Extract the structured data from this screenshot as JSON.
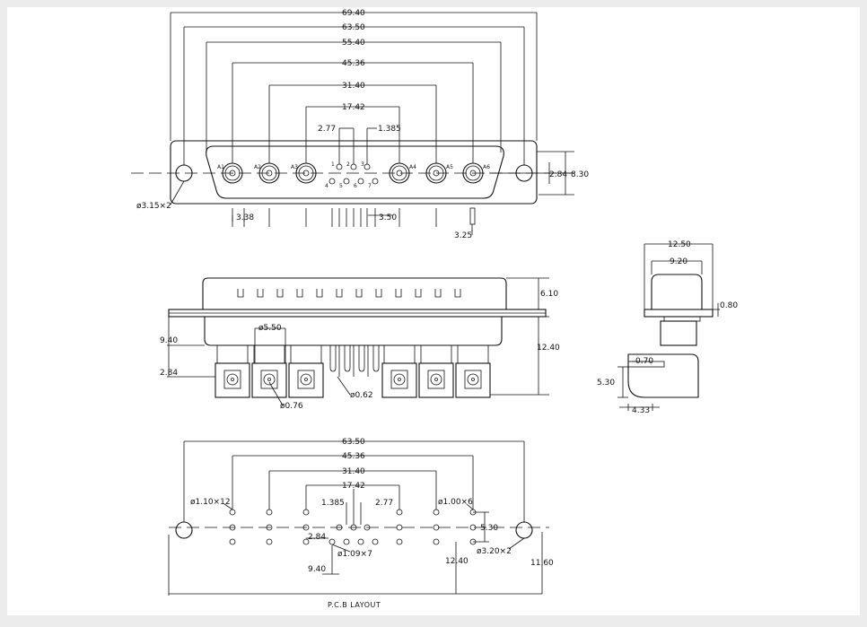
{
  "front_view": {
    "dims": {
      "w6940": "69.40",
      "w6350": "63.50",
      "w5540": "55.40",
      "w4536": "45.36",
      "w3140": "31.40",
      "w1742": "17.42",
      "w277": "2.77",
      "w1385": "1.385",
      "h284": "2.84",
      "h830": "8.30",
      "hole": "ø3.15×2",
      "d338": "3.38",
      "d350": "3.50",
      "d325": "3.25"
    },
    "coax_labels": [
      "A1",
      "A2",
      "A3",
      "A4",
      "A5",
      "A6"
    ],
    "signal_labels": [
      "1",
      "2",
      "3",
      "4",
      "5",
      "6",
      "7"
    ]
  },
  "side_view": {
    "dims": {
      "d610": "6.10",
      "d550": "ø5.50",
      "d940": "9.40",
      "d1240": "12.40",
      "d284": "2.84",
      "d076": "ø0.76",
      "d062": "ø0.62"
    }
  },
  "end_view": {
    "dims": {
      "d1250": "12.50",
      "d920": "9.20",
      "d080": "0.80",
      "d070": "0.70",
      "d530": "5.30",
      "d433": "4.33"
    }
  },
  "pcb_layout": {
    "dims": {
      "w6350": "63.50",
      "w4536": "45.36",
      "w3140": "31.40",
      "w1742": "17.42",
      "d1385": "1.385",
      "d277": "2.77",
      "h110": "ø1.10×12",
      "h100": "ø1.00×6",
      "d530": "5.30",
      "d284": "2.84",
      "h109": "ø1.09×7",
      "h320": "ø3.20×2",
      "d940": "9.40",
      "d1240": "12.40",
      "d1160": "11.60"
    },
    "caption": "P.C.B LAYOUT"
  }
}
